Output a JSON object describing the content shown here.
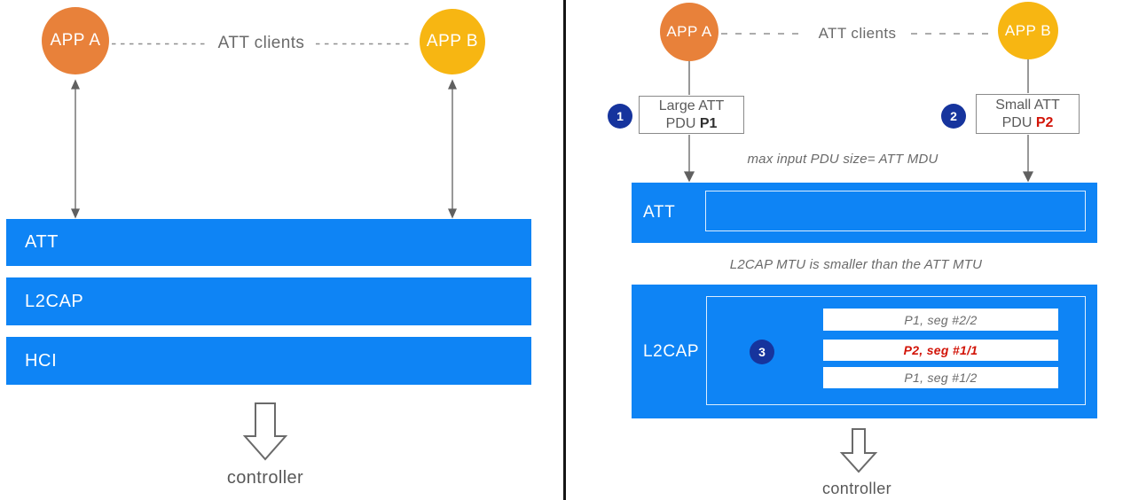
{
  "colors": {
    "blue": "#0e84f5",
    "orange": "#e8813a",
    "yellow": "#f7b612",
    "navy": "#16349d",
    "red": "#d21408",
    "gray_text": "#6a6a6a",
    "divider_black": "#151515"
  },
  "left": {
    "app_a_label": "APP A",
    "app_b_label": "APP B",
    "att_clients_label": "ATT clients",
    "layers": [
      {
        "label": "ATT"
      },
      {
        "label": "L2CAP"
      },
      {
        "label": "HCI"
      }
    ],
    "controller_label": "controller"
  },
  "right": {
    "app_a_label": "APP A",
    "app_b_label": "APP B",
    "att_clients_label": "ATT clients",
    "steps": {
      "s1": {
        "badge": "1",
        "line1": "Large ATT",
        "line2_prefix": "PDU ",
        "line2_em": "P1"
      },
      "s2": {
        "badge": "2",
        "line1": "Small ATT",
        "line2_prefix": "PDU ",
        "line2_em": "P2"
      },
      "s3": {
        "badge": "3"
      }
    },
    "caption_att": "max input PDU size= ATT MDU",
    "caption_l2cap": "L2CAP MTU is smaller than the ATT MTU",
    "att_label": "ATT",
    "l2cap_label": "L2CAP",
    "segments": [
      {
        "label": "P1, seg #2/2",
        "color": "gray"
      },
      {
        "label": "P2, seg #1/1",
        "color": "red"
      },
      {
        "label": "P1, seg #1/2",
        "color": "gray"
      }
    ],
    "controller_label": "controller"
  }
}
